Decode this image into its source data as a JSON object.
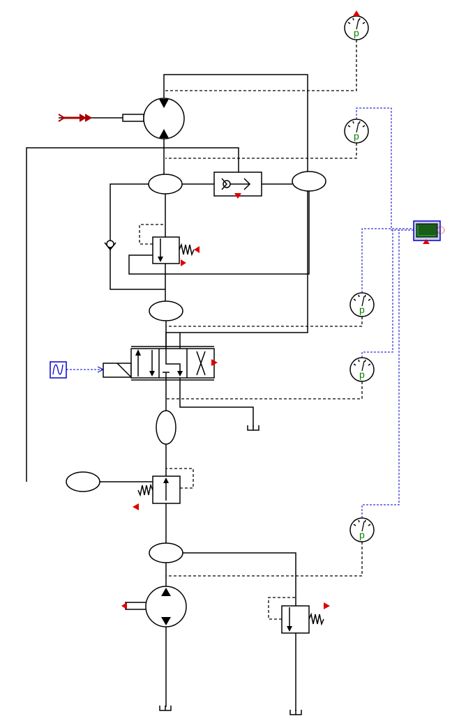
{
  "gauges": [
    {
      "label": "p"
    },
    {
      "label": "p"
    },
    {
      "label": "p"
    },
    {
      "label": "p"
    },
    {
      "label": "p"
    }
  ],
  "colors": {
    "line": "#000000",
    "signal": "#0000cc",
    "port": "#dd0000",
    "gauge_label": "#008000",
    "display": "#1a5c1a"
  }
}
